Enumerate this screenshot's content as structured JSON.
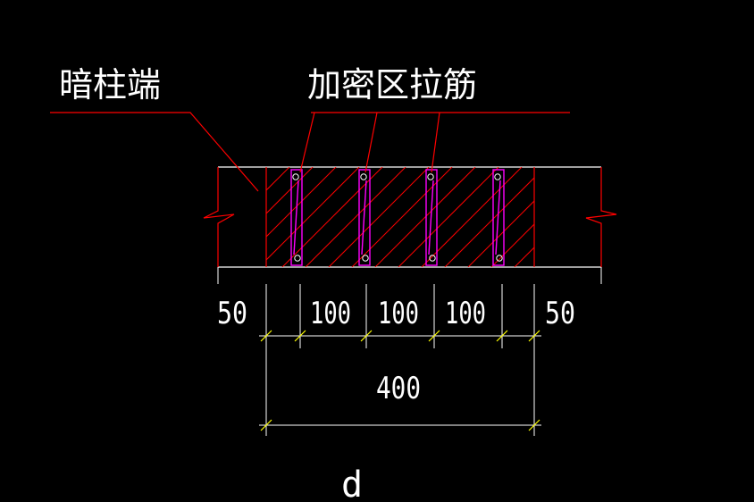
{
  "labels": {
    "column_end": "暗柱端",
    "dense_zone_tie": "加密区拉筋"
  },
  "dimensions": {
    "left_edge": "50",
    "spacing_1": "100",
    "spacing_2": "100",
    "spacing_3": "100",
    "right_edge": "50",
    "total": "400",
    "depth_symbol": "d"
  },
  "colors": {
    "background": "#000000",
    "wall_lines": "#ffffff",
    "leaders_hatch": "#ff0000",
    "tie_bars": "#ff00ff",
    "dimension_lines": "#ffffff",
    "ticks": "#ffff00"
  }
}
